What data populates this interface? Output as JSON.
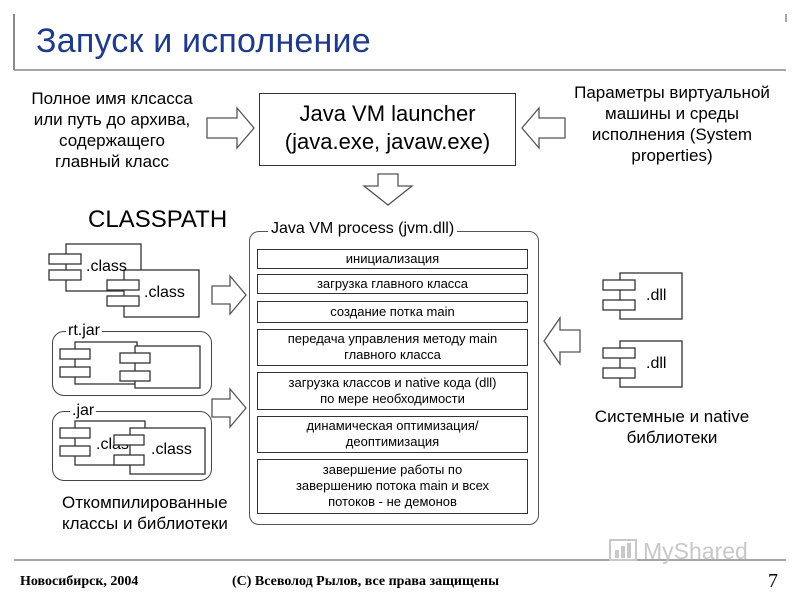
{
  "slide": {
    "title": "Запуск и исполнение",
    "page_number": "7"
  },
  "left_input": {
    "lines": [
      "Полное имя клсасса",
      "или путь до архива,",
      "содержащего",
      "главный класс"
    ]
  },
  "right_input": {
    "lines": [
      "Параметры виртуальной",
      "машины и среды",
      "исполнения (System",
      "properties)"
    ]
  },
  "launcher": {
    "line1": "Java VM launcher",
    "line2": "(java.exe, javaw.exe)"
  },
  "classpath": {
    "label": "CLASSPATH",
    "class_label": ".class",
    "rt_jar_label": "rt.jar",
    "jar_label": ".jar",
    "jar_class_label_partial": ".clas",
    "caption_lines": [
      "Откомпилированные",
      "классы и библиотеки"
    ]
  },
  "process": {
    "title": "Java VM process (jvm.dll)",
    "steps": [
      {
        "lines": [
          "инициализация"
        ]
      },
      {
        "lines": [
          "загрузка главного класса"
        ]
      },
      {
        "lines": [
          "создание потка main"
        ]
      },
      {
        "lines": [
          "передача управления методу main",
          "главного класса"
        ]
      },
      {
        "lines": [
          "загрузка классов и native кода (dll)",
          "по мере необходимости"
        ]
      },
      {
        "lines": [
          "динамическая оптимизация/",
          "деоптимизация"
        ]
      },
      {
        "lines": [
          "завершение работы по",
          "завершению потока main и всех",
          "потоков - не демонов"
        ]
      }
    ]
  },
  "native": {
    "dll_label": ".dll",
    "caption_lines": [
      "Системные и native",
      "библиотеки"
    ]
  },
  "footer": {
    "left": "Новосибирск, 2004",
    "center": "(С) Всеволод Рылов, все права защищены"
  },
  "watermark": {
    "text": "MyShared"
  }
}
